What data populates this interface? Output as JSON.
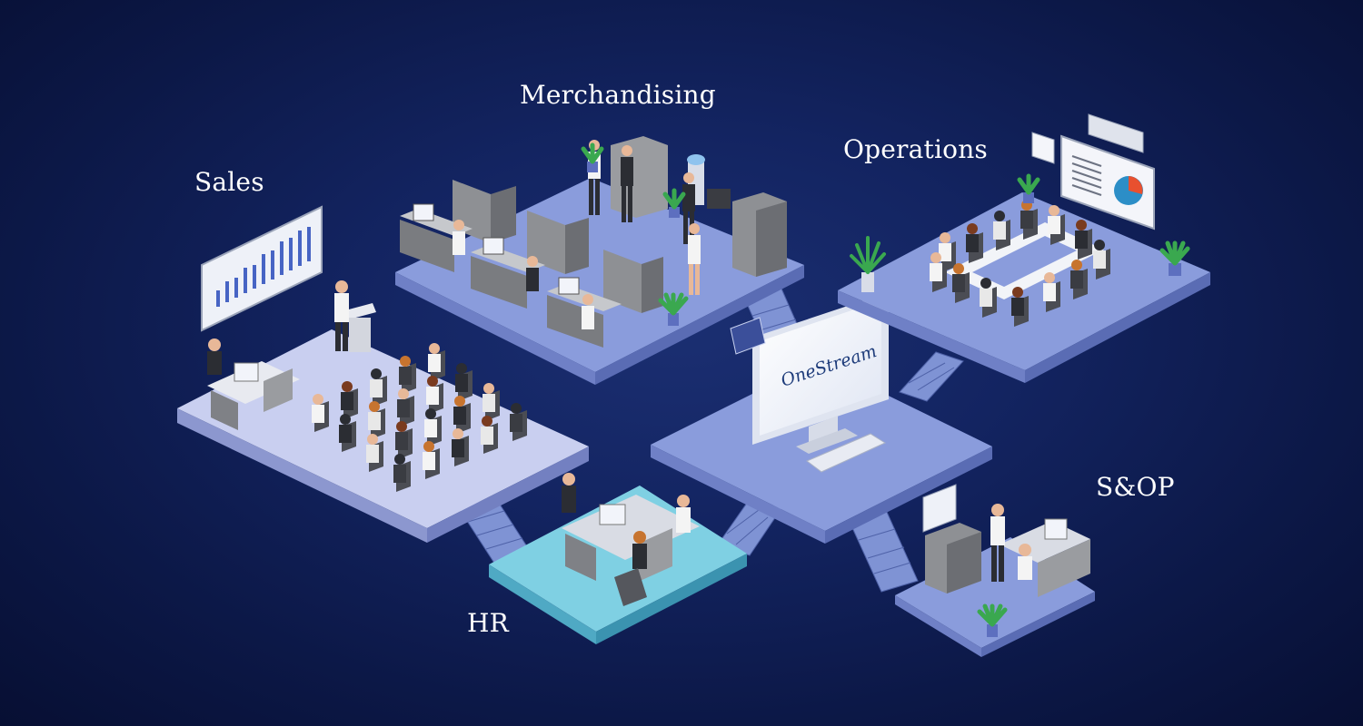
{
  "departments": {
    "merchandising": "Merchandising",
    "sales": "Sales",
    "operations": "Operations",
    "sop": "S&OP",
    "hr": "HR"
  },
  "center": {
    "logo_text": "OneStream"
  },
  "colors": {
    "background": "#0c1847",
    "platform_top": "#8a9cdc",
    "platform_side": "#6f80c6",
    "sales_top": "#c9cff0",
    "hr_top": "#7fd0e3",
    "furniture": "#7f8186",
    "screen": "#f2f4fa"
  }
}
